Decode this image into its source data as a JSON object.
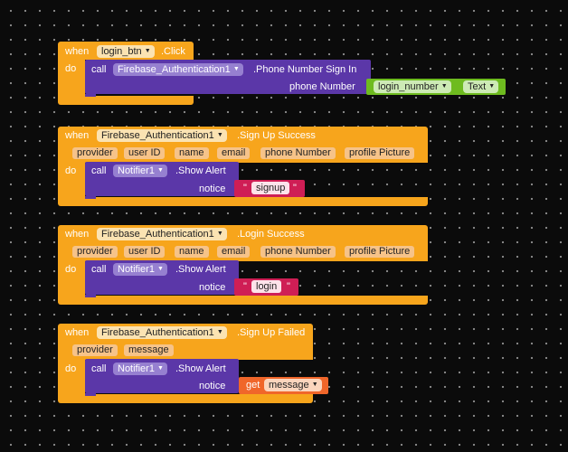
{
  "blocks": [
    {
      "when": "when",
      "component": "login_btn",
      "event": ".Click",
      "do": "do",
      "call": {
        "keyword": "call",
        "component": "Firebase_Authentication1",
        "method": ".Phone Number Sign In",
        "arg_label": "phone Number",
        "arg": {
          "component": "login_number",
          "property": "Text"
        }
      }
    },
    {
      "when": "when",
      "component": "Firebase_Authentication1",
      "event": ".Sign Up Success",
      "params": [
        "provider",
        "user ID",
        "name",
        "email",
        "phone Number",
        "profile Picture"
      ],
      "do": "do",
      "call": {
        "keyword": "call",
        "component": "Notifier1",
        "method": ".Show Alert",
        "arg_label": "notice",
        "arg_string": "signup"
      }
    },
    {
      "when": "when",
      "component": "Firebase_Authentication1",
      "event": ".Login Success",
      "params": [
        "provider",
        "user ID",
        "name",
        "email",
        "phone Number",
        "profile Picture"
      ],
      "do": "do",
      "call": {
        "keyword": "call",
        "component": "Notifier1",
        "method": ".Show Alert",
        "arg_label": "notice",
        "arg_string": "login"
      }
    },
    {
      "when": "when",
      "component": "Firebase_Authentication1",
      "event": ".Sign Up Failed",
      "params": [
        "provider",
        "message"
      ],
      "do": "do",
      "call": {
        "keyword": "call",
        "component": "Notifier1",
        "method": ".Show Alert",
        "arg_label": "notice",
        "arg_get": {
          "keyword": "get",
          "variable": "message"
        }
      }
    }
  ],
  "quote_glyph": "\"",
  "dropdown_glyph": "▼",
  "colors": {
    "event": "#f7a51c",
    "call": "#5b37a8",
    "text": "#cf1e55",
    "property": "#6ebb1f",
    "get": "#f0662a",
    "background": "#0b0b0b"
  }
}
